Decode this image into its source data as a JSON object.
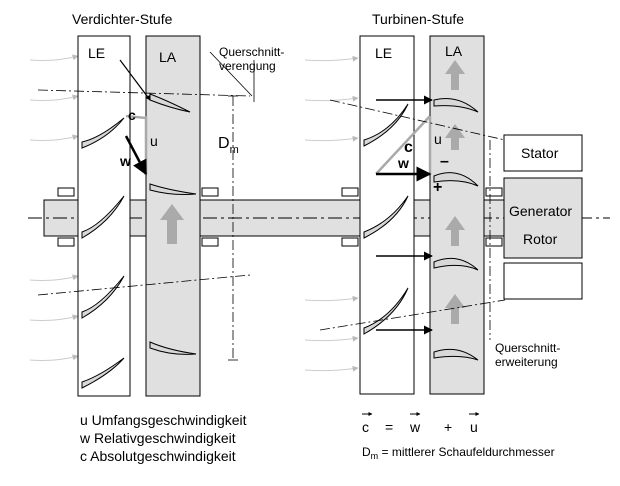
{
  "compressor": {
    "title": "Verdichter-Stufe",
    "stator_label": "LE",
    "rotor_label": "LA",
    "callout": [
      "Querschnitt-",
      "verengung"
    ],
    "dm": "D",
    "dm_sub": "m",
    "u": "u",
    "c": "c",
    "w": "w"
  },
  "turbine": {
    "title": "Turbinen-Stufe",
    "stator_label": "LE",
    "rotor_label": "LA",
    "callout": [
      "Querschnitt-",
      "erweiterung"
    ],
    "u": "u",
    "c": "c",
    "w": "w",
    "minus": "–",
    "plus": "+"
  },
  "generator": {
    "stator": "Stator",
    "title": "Generator",
    "rotor": "Rotor"
  },
  "legend": {
    "u": "u  Umfangsgeschwindigkeit",
    "w": "w  Relativgeschwindigkeit",
    "c": "c  Absolutgeschwindigkeit"
  },
  "formula": {
    "c": "c",
    "eq": "=",
    "w": "w",
    "plus": "+",
    "u": "u",
    "dm": "D",
    "dm_sub": "m",
    "dm_text": " = mittlerer Schaufeldurchmesser"
  }
}
